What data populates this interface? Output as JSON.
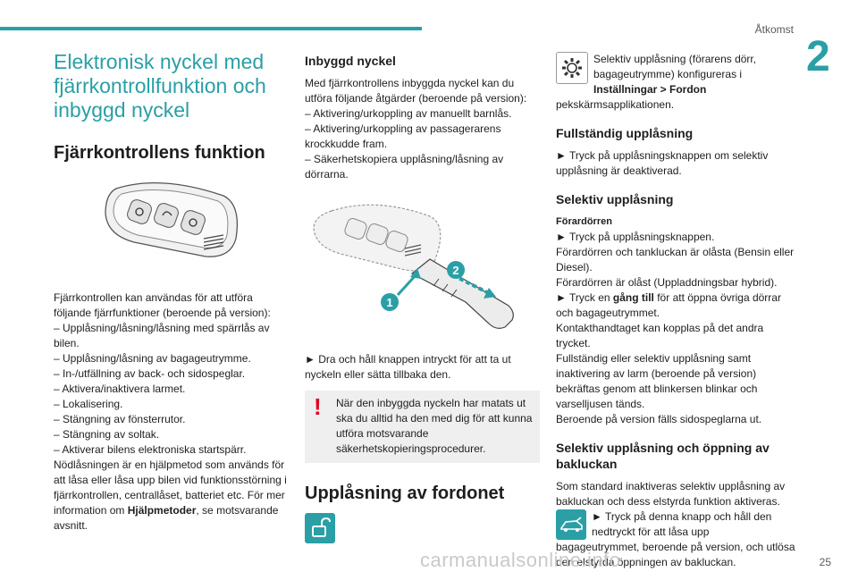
{
  "header": {
    "section_title": "Åtkomst",
    "chapter_number": "2",
    "page_number": "25"
  },
  "watermark": "carmanualsonline.info",
  "col1": {
    "title": "Elektronisk nyckel med fjärrkontrollfunktion och inbyggd nyckel",
    "subtitle": "Fjärrkontrollens funktion",
    "intro": "Fjärrkontrollen kan användas för att utföra följande fjärrfunktioner (beroende på version):",
    "items": [
      "– Upplåsning/låsning/låsning med spärrlås av bilen.",
      "– Upplåsning/låsning av bagageutrymme.",
      "– In-/utfällning av back- och sidospeglar.",
      "– Aktivera/inaktivera larmet.",
      "– Lokalisering.",
      "– Stängning av fönsterrutor.",
      "– Stängning av soltak.",
      "– Aktiverar bilens elektroniska startspärr."
    ],
    "emergency_pre": "Nödlåsningen är en hjälpmetod som används för att låsa eller låsa upp bilen vid funktionsstörning i fjärrkontrollen, centrallåset, batteriet etc. För mer information om ",
    "emergency_bold": "Hjälpmetoder",
    "emergency_post": ", se motsvarande avsnitt."
  },
  "col2": {
    "heading": "Inbyggd nyckel",
    "intro": "Med fjärrkontrollens inbyggda nyckel kan du utföra följande åtgärder (beroende på version):",
    "items": [
      "– Aktivering/urkoppling av manuellt barnlås.",
      "– Aktivering/urkoppling av passagerarens krockkudde fram.",
      "– Säkerhetskopiera upplåsning/låsning av dörrarna."
    ],
    "callout_1": "1",
    "callout_2": "2",
    "instruction": "► Dra och håll knappen intryckt för att ta ut nyckeln eller sätta tillbaka den.",
    "warning": "När den inbyggda nyckeln har matats ut ska du alltid ha den med dig för att kunna utföra motsvarande säkerhetskopieringsprocedurer.",
    "section_title": "Upplåsning av fordonet"
  },
  "col3": {
    "selective_pre": "Selektiv upplåsning (förarens dörr, bagageutrymme) konfigureras i ",
    "selective_bold": "Inställningar > Fordon",
    "selective_post": " pekskärmsapplikationen.",
    "full_heading": "Fullständig upplåsning",
    "full_text": "► Tryck på upplåsningsknappen om selektiv upplåsning är deaktiverad.",
    "sel_heading": "Selektiv upplåsning",
    "driver_door": "Förardörren",
    "sel_lines": [
      "► Tryck på upplåsningsknappen.",
      "Förardörren och tankluckan är olåsta (Bensin eller Diesel).",
      "Förardörren är olåst (Uppladdningsbar hybrid)."
    ],
    "twice_pre": "► Tryck en ",
    "twice_bold": "gång till",
    "twice_post": " för att öppna övriga dörrar och bagageutrymmet.",
    "more_lines": [
      "Kontakthandtaget kan kopplas på det andra trycket.",
      "Fullständig eller selektiv upplåsning samt inaktivering av larm (beroende på version) bekräftas genom att blinkersen blinkar och varselljusen tänds.",
      "Beroende på version fälls sidospeglarna ut."
    ],
    "tailgate_heading": "Selektiv upplåsning och öppning av bakluckan",
    "tailgate_intro": "Som standard inaktiveras selektiv upplåsning av bakluckan och dess elstyrda funktion aktiveras.",
    "tailgate_action": "► Tryck på denna knapp och håll den nedtryckt för att låsa upp bagageutrymmet, beroende på version, och utlösa den elstyrda öppningen av bakluckan."
  },
  "colors": {
    "accent": "#2a9fa6",
    "warning": "#e1001f",
    "callout_fill": "#2a9fa6"
  }
}
